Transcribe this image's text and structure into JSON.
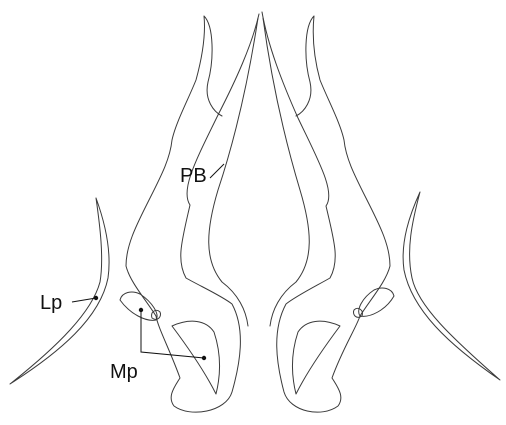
{
  "labels": {
    "pb": "PB",
    "lp": "Lp",
    "mp": "Mp"
  },
  "colors": {
    "line": "#3a3a3a",
    "text": "#111111",
    "background": "#ffffff"
  }
}
